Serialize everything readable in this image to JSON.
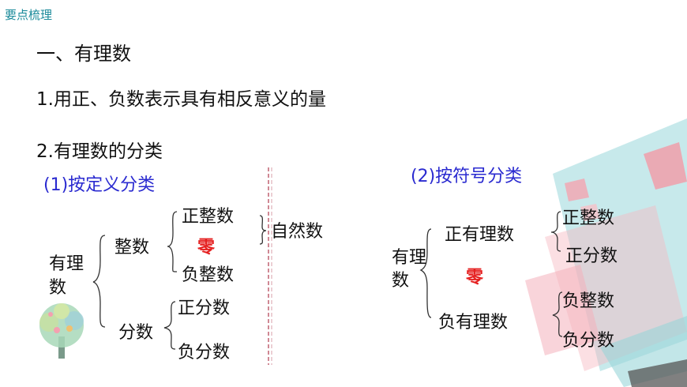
{
  "header": {
    "corner_label": "要点梳理"
  },
  "section": {
    "title": "一、有理数"
  },
  "points": {
    "p1": "1.用正、负数表示具有相反意义的量",
    "p2": "2.有理数的分类"
  },
  "by_definition": {
    "heading": "(1)按定义分类",
    "root": "有理数",
    "integer": "整数",
    "positive_integer": "正整数",
    "zero": "零",
    "negative_integer": "负整数",
    "natural_number": "自然数",
    "fraction": "分数",
    "positive_fraction": "正分数",
    "negative_fraction": "负分数"
  },
  "by_sign": {
    "heading": "(2)按符号分类",
    "root": "有理数",
    "positive_rational": "正有理数",
    "zero": "零",
    "negative_rational": "负有理数",
    "positive_integer": "正整数",
    "positive_fraction": "正分数",
    "negative_integer": "负整数",
    "negative_fraction": "负分数"
  },
  "colors": {
    "accent_blue": "#2a2ad0",
    "zero_red": "#e52020",
    "corner_teal": "#1a8a9a",
    "divider": "#c06070"
  }
}
